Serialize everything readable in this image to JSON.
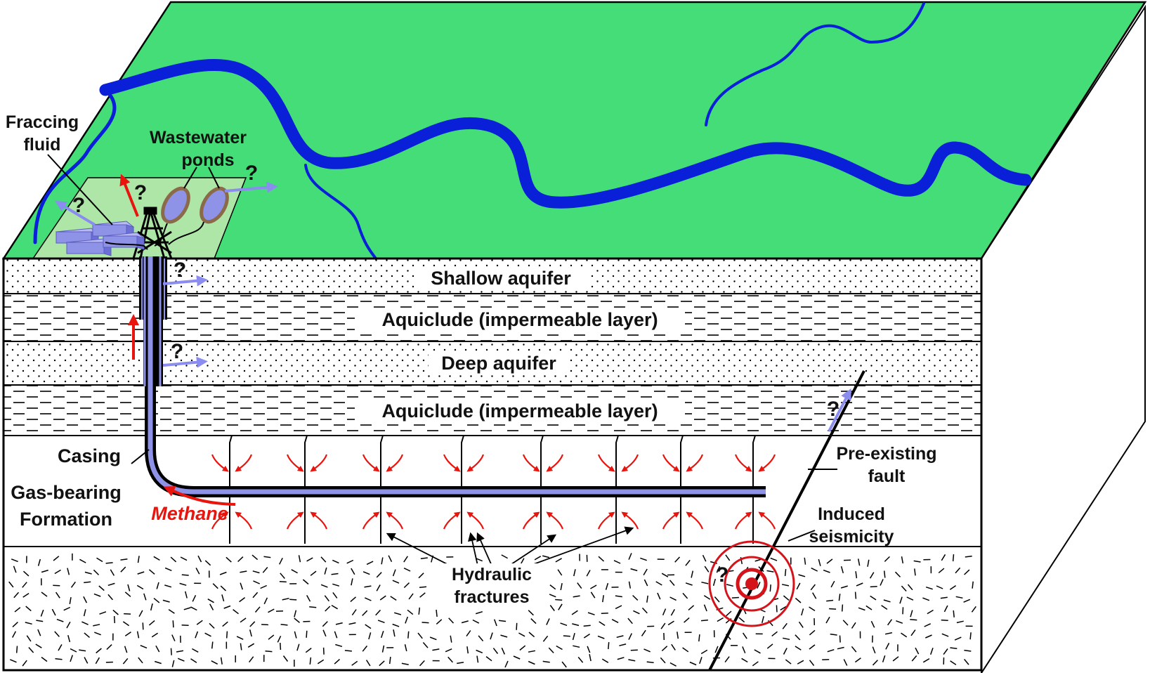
{
  "colors": {
    "surface": "#44dd77",
    "pad": "#aee6a8",
    "river": "#0a1fd8",
    "tank": "#8f93e8",
    "pond_fill": "#8f93e8",
    "pond_rim": "#8a6a48",
    "lavender_arrow": "#8a8cef",
    "red": "#e8140e",
    "black": "#000000"
  },
  "labels": {
    "fraccing_fluid": [
      "Fraccing",
      "fluid"
    ],
    "wastewater_ponds": [
      "Wastewater",
      "ponds"
    ],
    "shallow_aquifer": "Shallow aquifer",
    "aquiclude_upper": "Aquiclude (impermeable layer)",
    "deep_aquifer": "Deep aquifer",
    "aquiclude_lower": "Aquiclude (impermeable layer)",
    "casing": "Casing",
    "gas_bearing_formation": [
      "Gas-bearing",
      "Formation"
    ],
    "methane": "Methane",
    "pre_existing_fault": [
      "Pre-existing",
      "fault"
    ],
    "induced_seismicity": [
      "Induced",
      "seismicity"
    ],
    "hydraulic_fractures": [
      "Hydraulic",
      "fractures"
    ],
    "question_mark": "?"
  },
  "icons": {
    "drill_rig": "drilling-derrick-icon",
    "tanks": "fluid-tanks-icon",
    "ponds": "wastewater-pond-icon",
    "seismic": "seismic-rings-icon"
  }
}
